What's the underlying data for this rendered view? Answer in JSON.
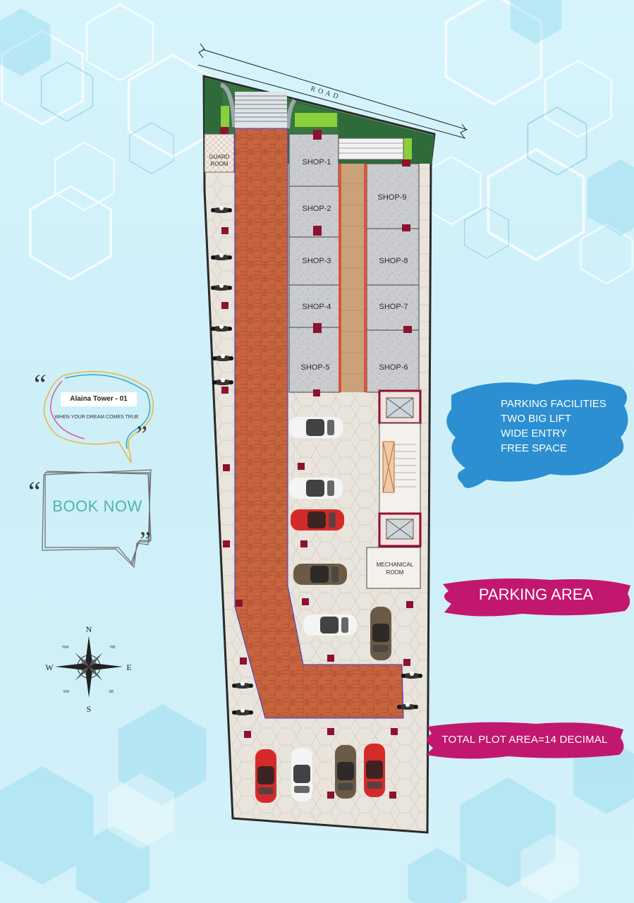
{
  "road": {
    "label": "ROAD"
  },
  "rooms": {
    "guard": [
      "GUARD",
      "ROOM"
    ],
    "mechanical": [
      "MECHANICAL",
      "ROOM"
    ]
  },
  "shops": [
    "SHOP-1",
    "SHOP-2",
    "SHOP-3",
    "SHOP-4",
    "SHOP-5",
    "SHOP-6",
    "SHOP-7",
    "SHOP-8",
    "SHOP-9"
  ],
  "tower": {
    "title": "Alaina Tower - 01",
    "tagline": "WHEN YOUR DREAM COMES TRUE"
  },
  "cta": {
    "book_now": "BOOK NOW"
  },
  "features": [
    "PARKING FACILITIES",
    "TWO BIG LIFT",
    "WIDE ENTRY",
    "FREE SPACE"
  ],
  "banners": {
    "parking_area": "PARKING AREA",
    "plot_area": "TOTAL PLOT AREA=14 DECIMAL"
  },
  "compass": {
    "n": "N",
    "s": "S",
    "e": "E",
    "w": "W",
    "ne": "NE",
    "nw": "NW",
    "se": "SE",
    "sw": "SW"
  },
  "colors": {
    "walkway": "#c8643f",
    "accent_magenta": "#c2176f",
    "accent_blue": "#2b8fd1",
    "column": "#8c1230",
    "wall_outline": "#2a2a2a",
    "landscape": "#2f6b3a"
  }
}
